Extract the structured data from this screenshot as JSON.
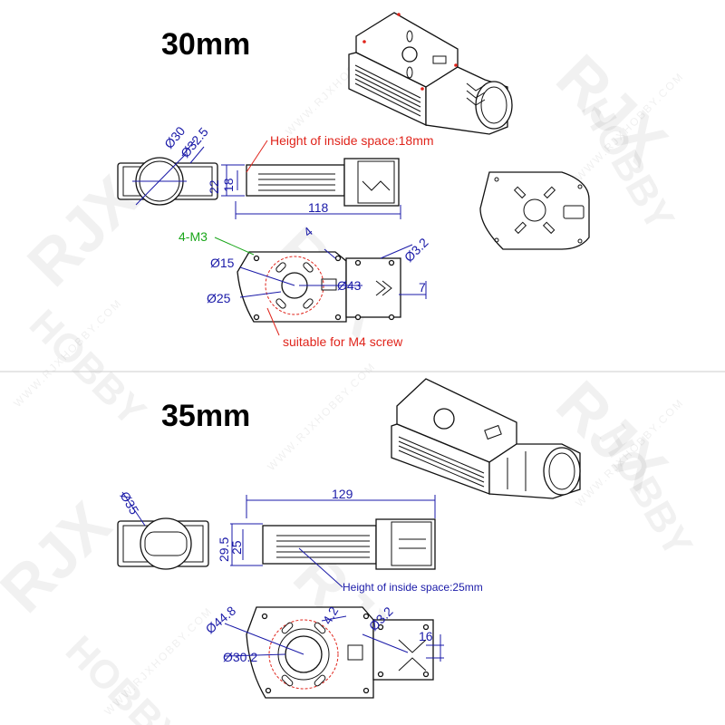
{
  "watermark": {
    "brand": "RJX",
    "word": "HOBBY",
    "url": "WWW.RJXHOBBY.COM"
  },
  "section_30": {
    "title": "30mm",
    "dia_30": "Ø30",
    "dia_32_5": "Ø32.5",
    "dim_22": "22",
    "dim_18": "18",
    "dim_118": "118",
    "inside_height_note": "Height of inside space:18mm",
    "screws_note": "4-M3",
    "dim_4": "4",
    "dia_3_2": "Ø3.2",
    "dia_15": "Ø15",
    "dia_43": "Ø43",
    "dia_25": "Ø25",
    "dim_7": "7",
    "m4_note": "suitable for M4 screw"
  },
  "section_35": {
    "title": "35mm",
    "dia_35": "Ø35",
    "dim_129": "129",
    "dim_29_5": "29.5",
    "dim_25": "25",
    "inside_height_note": "Height of inside space:25mm",
    "dia_44_8": "Ø44.8",
    "dim_4_2": "4.2",
    "dia_3_2": "Ø3.2",
    "dim_16": "16",
    "dia_30_2": "Ø30.2"
  },
  "colors": {
    "dimension": "#1a1aa8",
    "note": "#e0241b",
    "callout": "#1aa61a",
    "outline": "#111111",
    "divider": "#cccccc"
  }
}
